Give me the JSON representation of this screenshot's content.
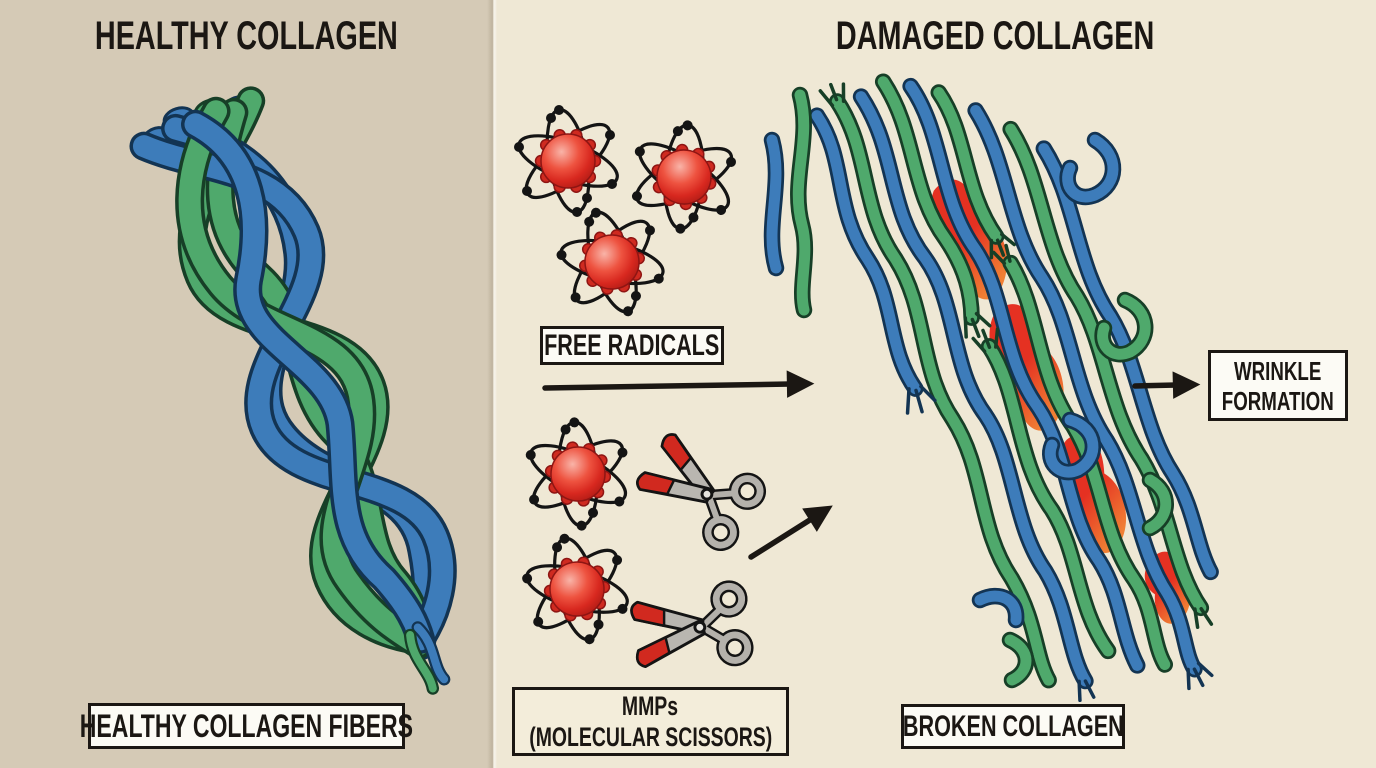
{
  "healthy": {
    "title": "HEALTHY COLLAGEN",
    "caption": "HEALTHY COLLAGEN FIBERS"
  },
  "damaged": {
    "title": "DAMAGED COLLAGEN",
    "free_radicals_label": "FREE RADICALS",
    "mmps_label_line1": "MMPs",
    "mmps_label_line2": "(MOLECULAR SCISSORS)",
    "broken_label": "BROKEN COLLAGEN",
    "wrinkle_label_line1": "WRINKLE",
    "wrinkle_label_line2": "FORMATION"
  },
  "icons": {
    "free_radical": "atom-icon",
    "mmp": "scissors-icon",
    "flow": "arrow-right-icon"
  },
  "colors": {
    "left_bg": "#d5cab6",
    "right_bg": "#efe8d5",
    "fiber_blue": "#3d7cba",
    "fiber_blue_dark": "#133453",
    "fiber_green": "#4fa96c",
    "fiber_green_dark": "#173f27",
    "damage_red": "#e53122",
    "damage_orange": "#f08034",
    "atom_red": "#d8281f",
    "scissors_gray": "#b4b1ab",
    "label_box_bg": "#fcfbf5",
    "mmps_box_bg": "#f3edda",
    "ink": "#1b1713"
  }
}
